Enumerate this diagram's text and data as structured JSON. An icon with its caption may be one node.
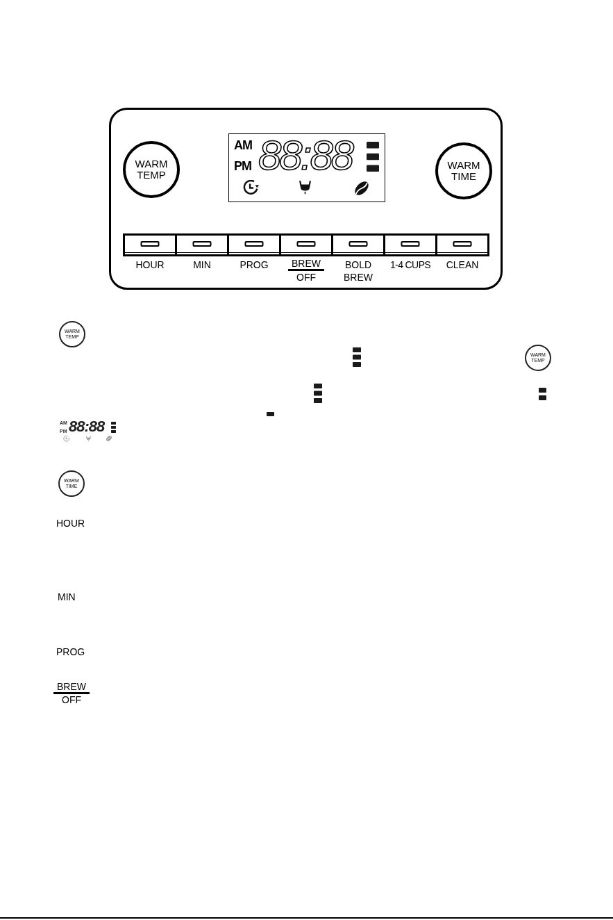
{
  "diagram": {
    "nodes": [
      {
        "text": [],
        "shape": "box"
      },
      {
        "text": [
          "WARM TEMP"
        ],
        "in": 0
      },
      {
        "text": [
          "AM",
          "PM",
          "88:88"
        ],
        "in": 0
      },
      {
        "text": [
          "WARM TIME"
        ],
        "in": 0
      },
      {
        "text": [
          "HOUR"
        ],
        "in": 0
      },
      {
        "text": [
          "MIN"
        ],
        "in": 0
      },
      {
        "text": [
          "PROG"
        ],
        "in": 0
      },
      {
        "text": [
          "BREW",
          "OFF"
        ],
        "in": 0
      },
      {
        "text": [
          "BOLD BREW"
        ],
        "in": 0
      },
      {
        "text": [
          "1-4 CUPS"
        ],
        "in": 0
      },
      {
        "text": [
          "CLEAN"
        ],
        "in": 0
      },
      {
        "text": [
          "WARM TEMP"
        ]
      },
      {
        "text": [
          "WARM TEMP"
        ]
      },
      {
        "text": [
          "WARM TIME"
        ]
      }
    ],
    "labels": [
      "AM",
      "PM",
      "88:88",
      "HOUR",
      "MIN",
      "PROG",
      "BREW",
      "OFF"
    ]
  }
}
